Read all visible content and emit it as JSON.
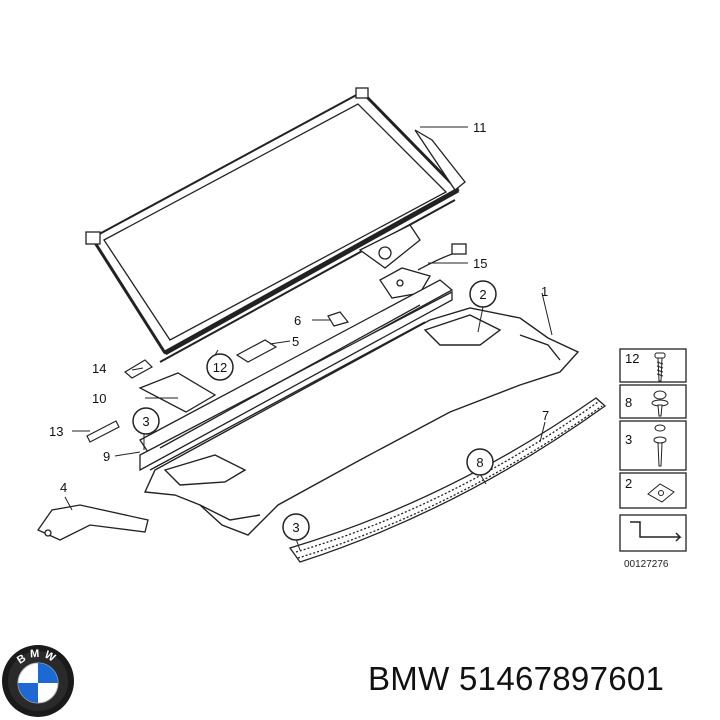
{
  "diagram": {
    "callouts": {
      "c1": "1",
      "c2": "2",
      "c3a": "3",
      "c3b": "3",
      "c4": "4",
      "c5": "5",
      "c6": "6",
      "c7": "7",
      "c8": "8",
      "c9": "9",
      "c10": "10",
      "c11": "11",
      "c12": "12",
      "c13": "13",
      "c14": "14",
      "c15": "15"
    },
    "legend": {
      "rows": [
        "12",
        "8",
        "3",
        "2"
      ],
      "diagram_id": "00127276"
    }
  },
  "brand": {
    "logo_letters": "BMW",
    "caption": "BMW 51467897601"
  },
  "colors": {
    "line": "#222222",
    "part_fill": "#ffffff",
    "blue": "#1c69d4"
  }
}
